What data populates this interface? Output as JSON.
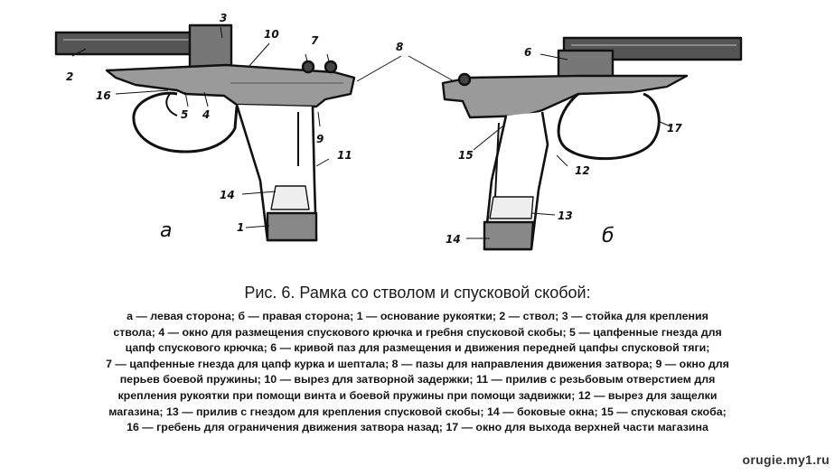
{
  "figure": {
    "view_labels": {
      "left": "a",
      "right": "б"
    },
    "callouts_left": [
      "1",
      "2",
      "3",
      "4",
      "5",
      "7",
      "9",
      "10",
      "11",
      "14",
      "16"
    ],
    "callouts_right": [
      "6",
      "8",
      "12",
      "13",
      "14",
      "15",
      "17"
    ]
  },
  "caption": {
    "title": "Рис. 6. Рамка со стволом и спусковой скобой:",
    "lines": [
      "а — левая сторона; б — правая сторона; 1 — основание рукоятки; 2 — ствол; 3 — стойка для крепления",
      "ствола; 4 — окно для размещения спускового крючка и гребня спусковой скобы; 5 — цапфенные гнезда для",
      "цапф спускового крючка; 6 — кривой паз для размещения и движения передней цапфы спусковой тяги;",
      "7 — цапфенные гнезда для цапф курка и шептала; 8 — пазы для направления движения затвора; 9 — окно для",
      "перьев боевой пружины; 10 — вырез для затворной задержки; 11 — прилив с резьбовым отверстием для",
      "крепления рукоятки при помощи винта и боевой пружины при помощи задвижки; 12 — вырез для защелки",
      "магазина; 13 — прилив с гнездом для крепления спусковой скобы; 14 — боковые окна; 15 — спусковая скоба;",
      "16 — гребень для ограничения движения затвора назад; 17 — окно для выхода верхней части магазина"
    ]
  },
  "watermark": "orugie.my1.ru"
}
